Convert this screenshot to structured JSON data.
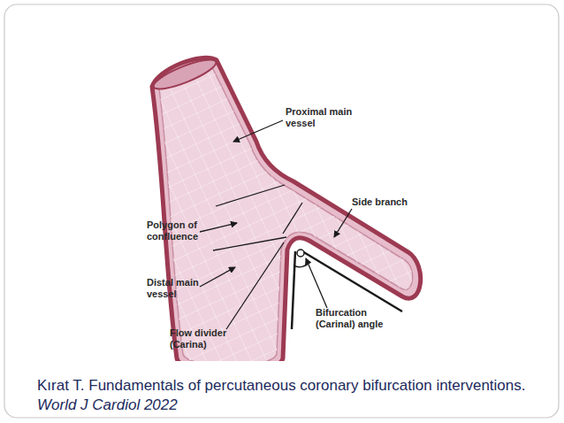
{
  "diagram": {
    "labels": [
      "Proximal main vessel",
      "Side branch",
      "Polygon of confluence",
      "Distal main vessel",
      "Flow divider (Carina)",
      "Bifurcation (Carinal) angle",
      "Kırat T. Fundamentals of percutaneous coronary bifurcation interventions.",
      "World J Cardiol 2022"
    ]
  }
}
